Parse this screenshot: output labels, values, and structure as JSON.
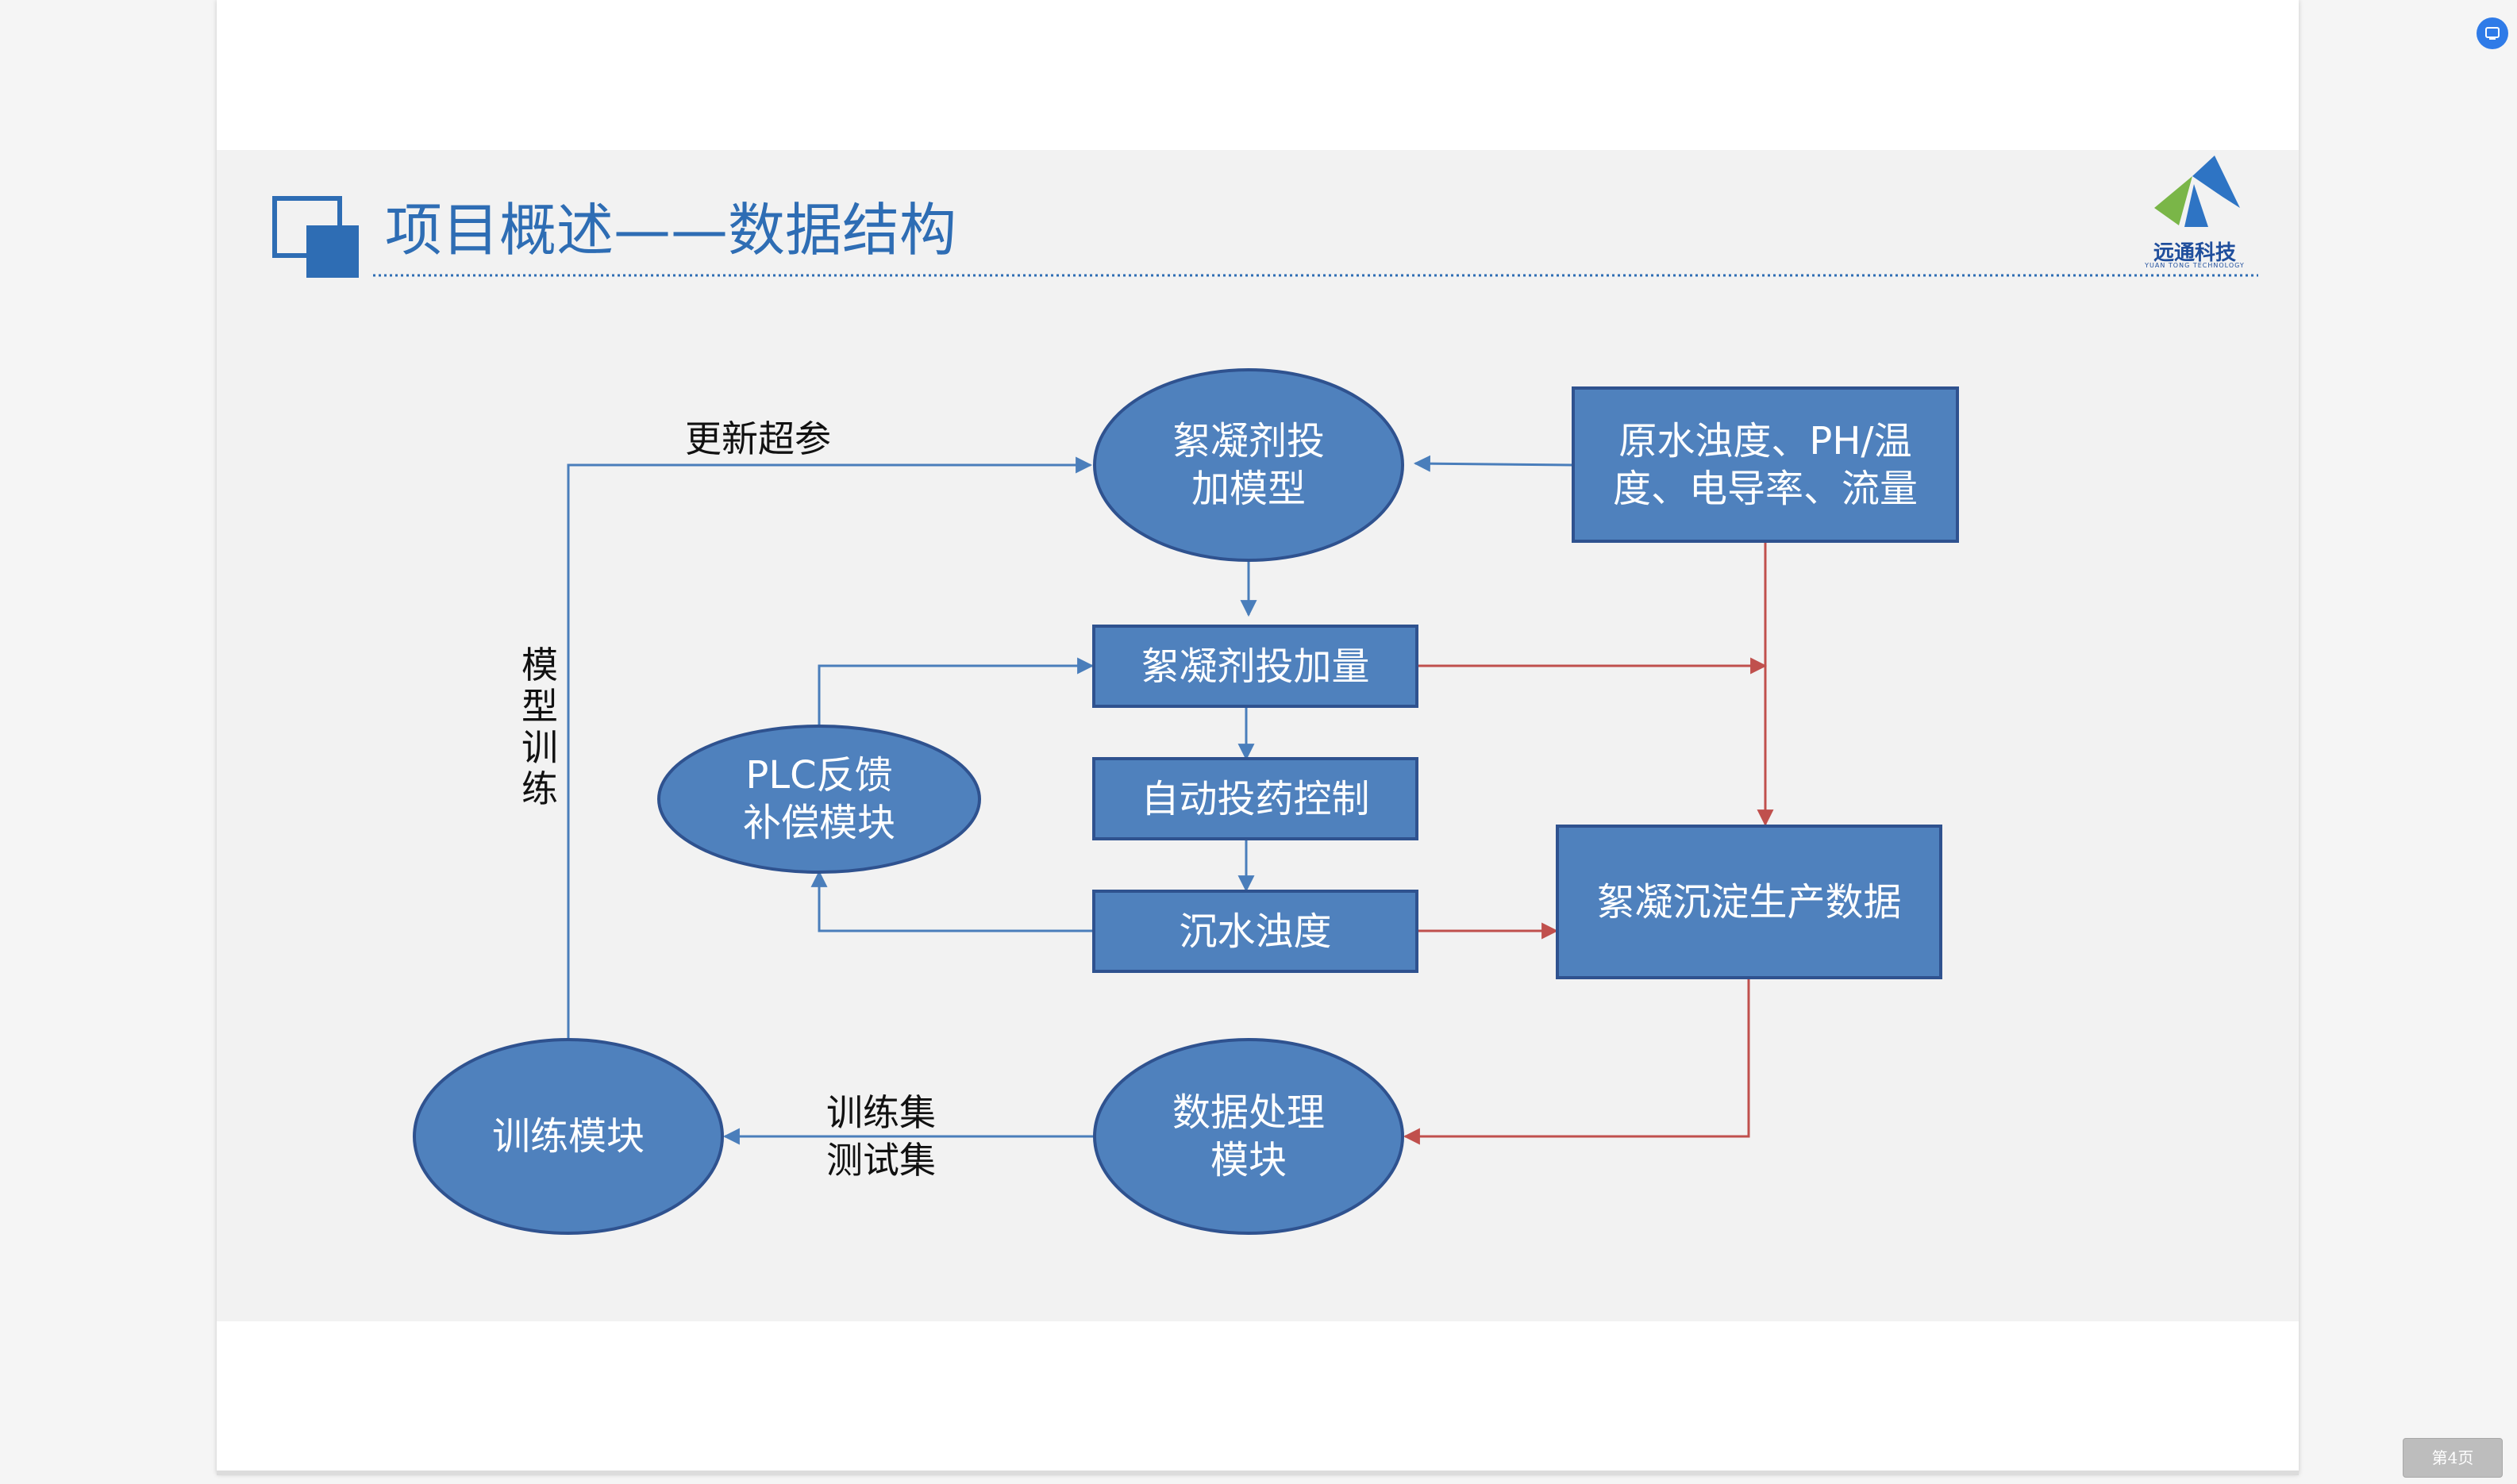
{
  "slide": {
    "title": "项目概述——数据结构",
    "logo_text": "远通科技",
    "logo_subtext": "YUAN TONG TECHNOLOGY"
  },
  "diagram": {
    "nodes": {
      "flocculant_model": "絮凝剂投\n加模型",
      "raw_water_params": "原水浊度、PH/温\n度、电导率、流量",
      "flocculant_dosage": "絮凝剂投加量",
      "auto_dosing_control": "自动投药控制",
      "settled_water_turbidity": "沉水浊度",
      "plc_feedback": "PLC反馈\n补偿模块",
      "flocculation_data": "絮凝沉淀生产数据",
      "data_processing": "数据处理\n模块",
      "training_module": "训练模块"
    },
    "labels": {
      "update_hyperparams": "更新超参",
      "model_training": "模\n型\n训\n练",
      "train_test_sets": "训练集\n测试集"
    }
  },
  "viewer": {
    "page_indicator": "第4页"
  },
  "colors": {
    "node_fill": "#4f81bd",
    "node_stroke": "#2f528f",
    "blue_line": "#4a7ebb",
    "red_line": "#c0504d",
    "title": "#2e6db4"
  }
}
